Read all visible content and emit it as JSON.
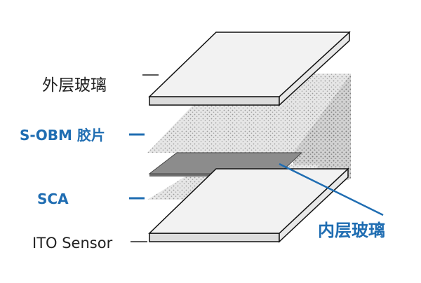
{
  "diagram": {
    "labels": {
      "outer_glass": "外层玻璃",
      "s_obm": "S-OBM 胶片",
      "sca": "SCA",
      "ito_sensor": "ITO Sensor",
      "inner_glass": "内层玻璃"
    },
    "colors": {
      "glass_fill": "#f2f2f2",
      "glass_edge": "#dcdcdc",
      "outline": "#111111",
      "dotted_fill": "#e6e6e6",
      "dot_color": "#9a9a9a",
      "inner_glass_fill": "#8c8c8c",
      "label_black": "#222222",
      "label_blue": "#1f6db2"
    }
  }
}
